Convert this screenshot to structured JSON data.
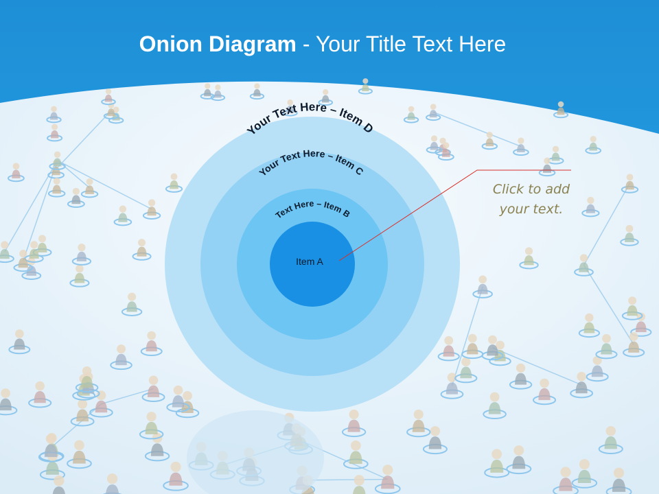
{
  "slide": {
    "title_bold": "Onion Diagram",
    "title_rest": " - Your Title Text Here",
    "colors": {
      "header_blue": "#1e9ae0",
      "ring_d": "#b5dff7",
      "ring_c": "#8fd0f5",
      "ring_b": "#69c3f2",
      "core_a": "#1891e3",
      "callout_line": "#d9302a"
    }
  },
  "onion": {
    "layers": [
      {
        "id": "d",
        "label": "Your Text Here – Item D"
      },
      {
        "id": "c",
        "label": "Your Text Here – Item C"
      },
      {
        "id": "b",
        "label": "Text Here – Item B"
      },
      {
        "id": "a",
        "label": "Item A"
      }
    ]
  },
  "callout": {
    "line1": "Click  to add",
    "line2": "your text."
  }
}
